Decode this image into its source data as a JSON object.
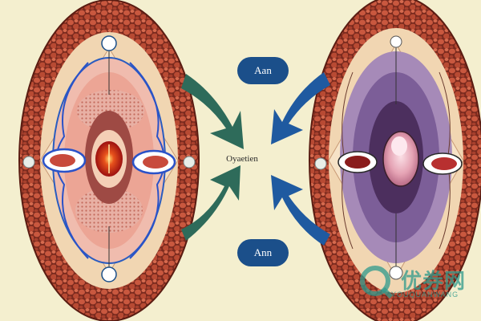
{
  "labels": {
    "top_pill": "Aan",
    "bottom_pill": "Ann",
    "center": "Oyaetien"
  },
  "watermark": {
    "text": "优券网",
    "subtext": "YOUQUANWANG"
  },
  "colors": {
    "background": "#f4efcf",
    "pill": "#1b4f8a",
    "green_arrow": "#2e6b5a",
    "blue_arrow": "#1f5aa0",
    "cells": "#c0543c",
    "left_core": "#c21d1d",
    "right_core": "#7a5a96"
  }
}
